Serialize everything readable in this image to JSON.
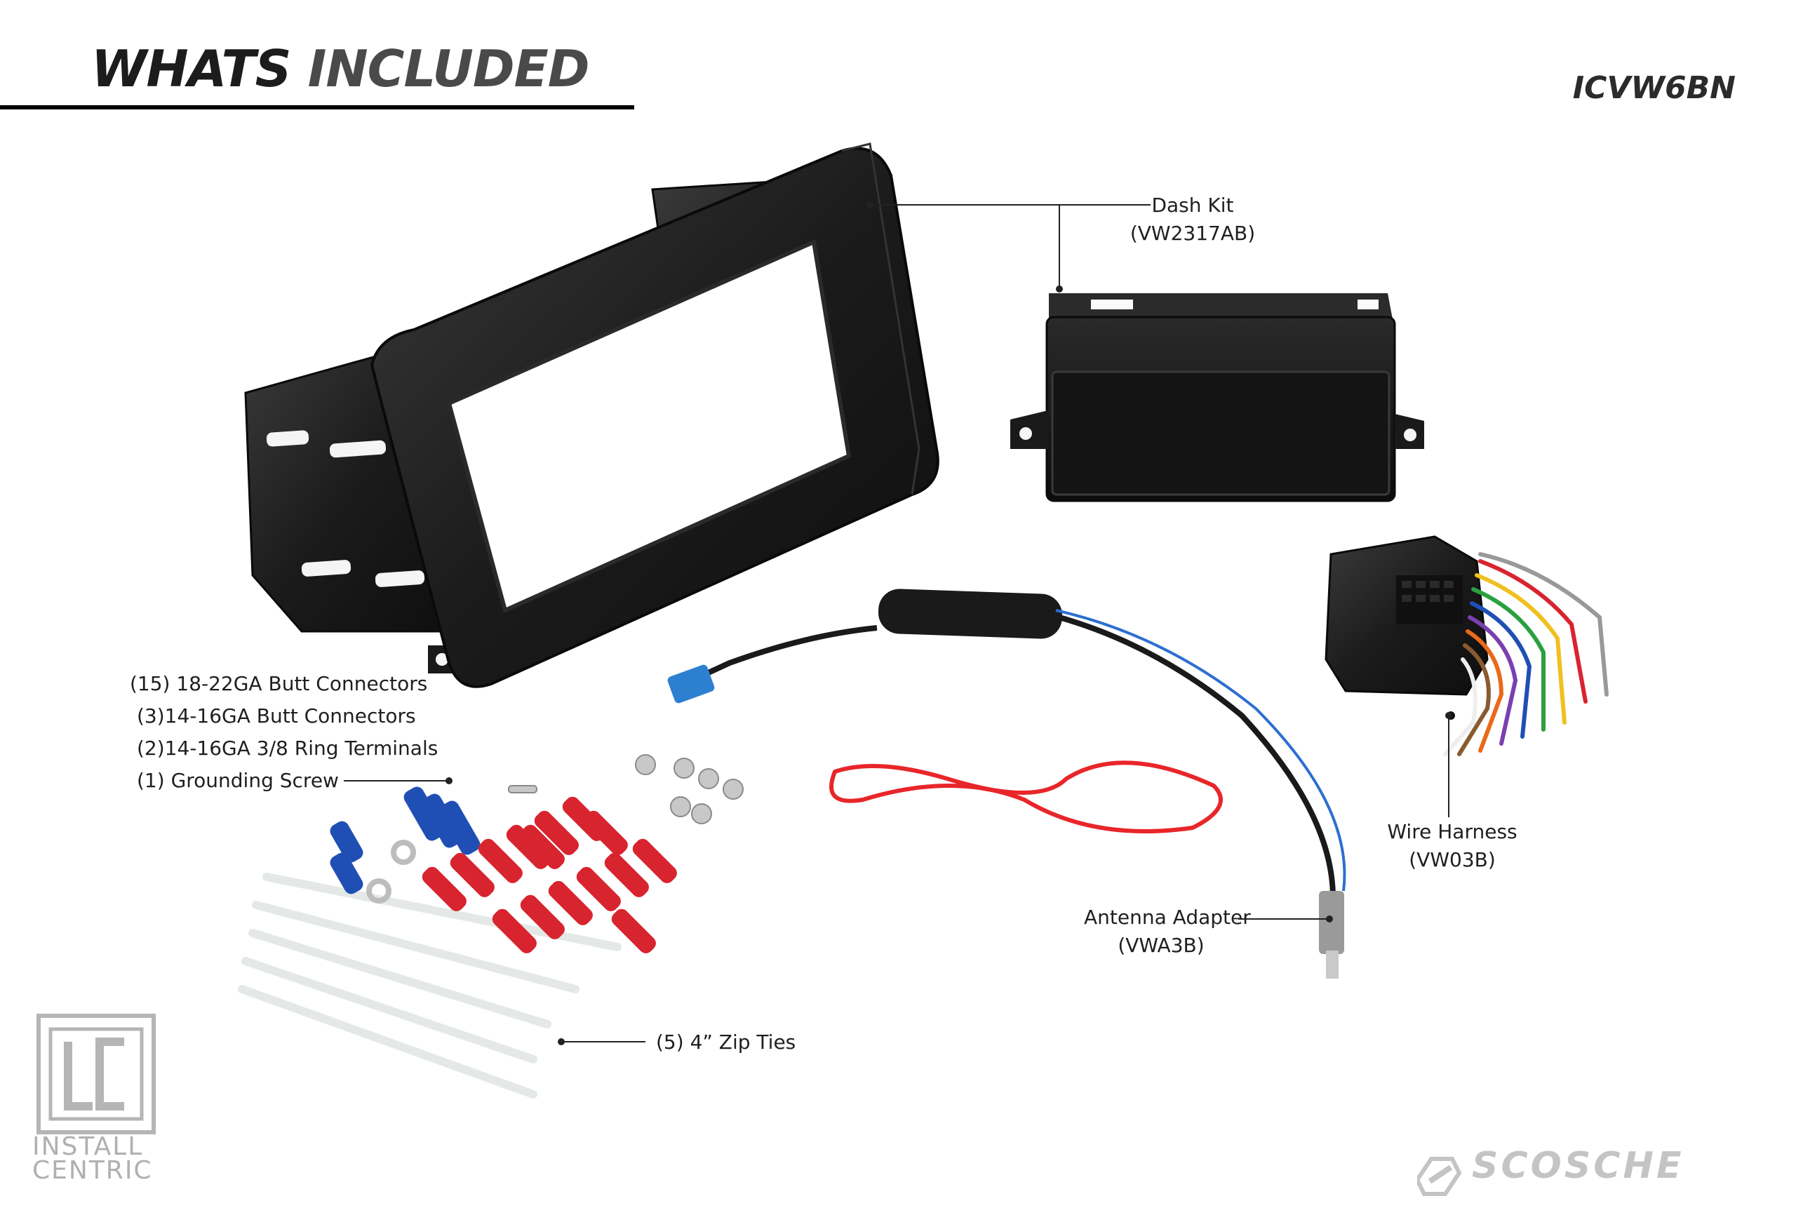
{
  "header": {
    "title_part1": "WHATS",
    "title_part2": "INCLUDED",
    "model": "ICVW6BN"
  },
  "labels": {
    "dash_kit": {
      "name": "Dash Kit",
      "part": "(VW2317AB)"
    },
    "wire_harness": {
      "name": "Wire Harness",
      "part": "(VW03B)"
    },
    "antenna_adapter": {
      "name": "Antenna Adapter",
      "part": "(VWA3B)"
    },
    "connectors": [
      "(15) 18-22GA Butt Connectors",
      "(3)14-16GA Butt Connectors",
      "(2)14-16GA 3/8 Ring Terminals",
      "(1) Grounding Screw"
    ],
    "zip_ties": "(5) 4” Zip Ties"
  },
  "branding": {
    "install_centric": [
      "INSTALL",
      "CENTRIC"
    ],
    "scosche": "SCOSCHE"
  },
  "colors": {
    "plastic": "#1c1c1c",
    "red_wire": "#e8262a",
    "connector_red": "#d8242e",
    "connector_blue": "#1f4fb4",
    "logo_grey": "#b5b5b5"
  }
}
